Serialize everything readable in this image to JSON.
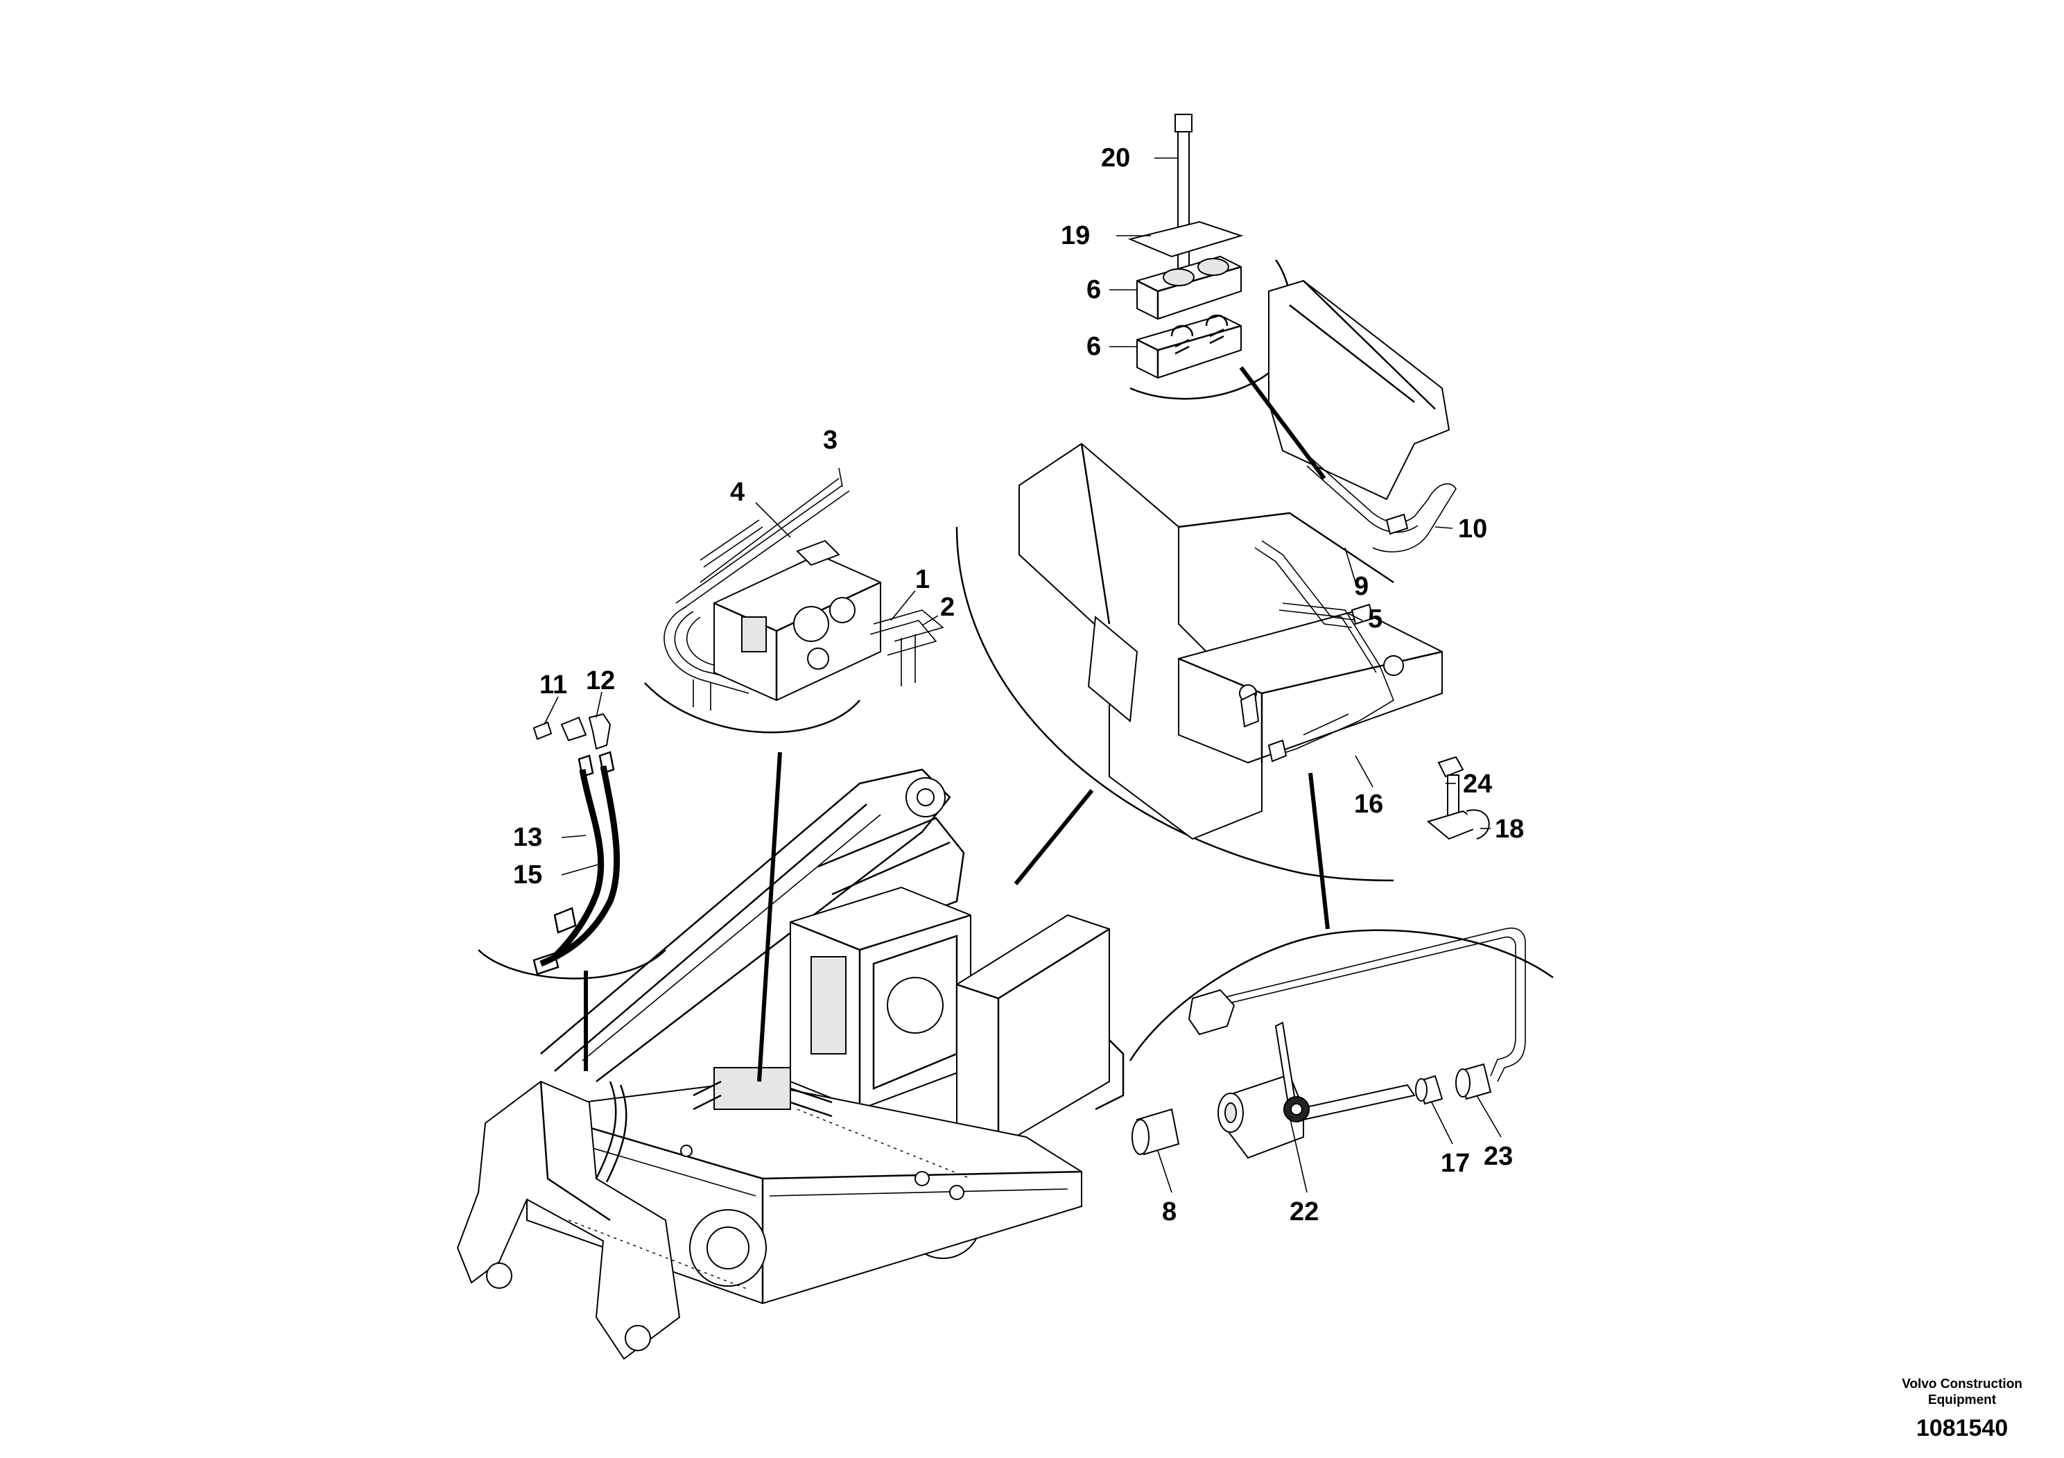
{
  "callouts": {
    "c1": "1",
    "c2": "2",
    "c3": "3",
    "c4": "4",
    "c5": "5",
    "c6a": "6",
    "c6b": "6",
    "c8": "8",
    "c9": "9",
    "c10": "10",
    "c11": "11",
    "c12": "12",
    "c13": "13",
    "c15": "15",
    "c16": "16",
    "c17": "17",
    "c18": "18",
    "c19": "19",
    "c20": "20",
    "c22": "22",
    "c23": "23",
    "c24": "24"
  },
  "footer": {
    "company_line1": "Volvo Construction",
    "company_line2": "Equipment",
    "document_number": "1081540"
  }
}
